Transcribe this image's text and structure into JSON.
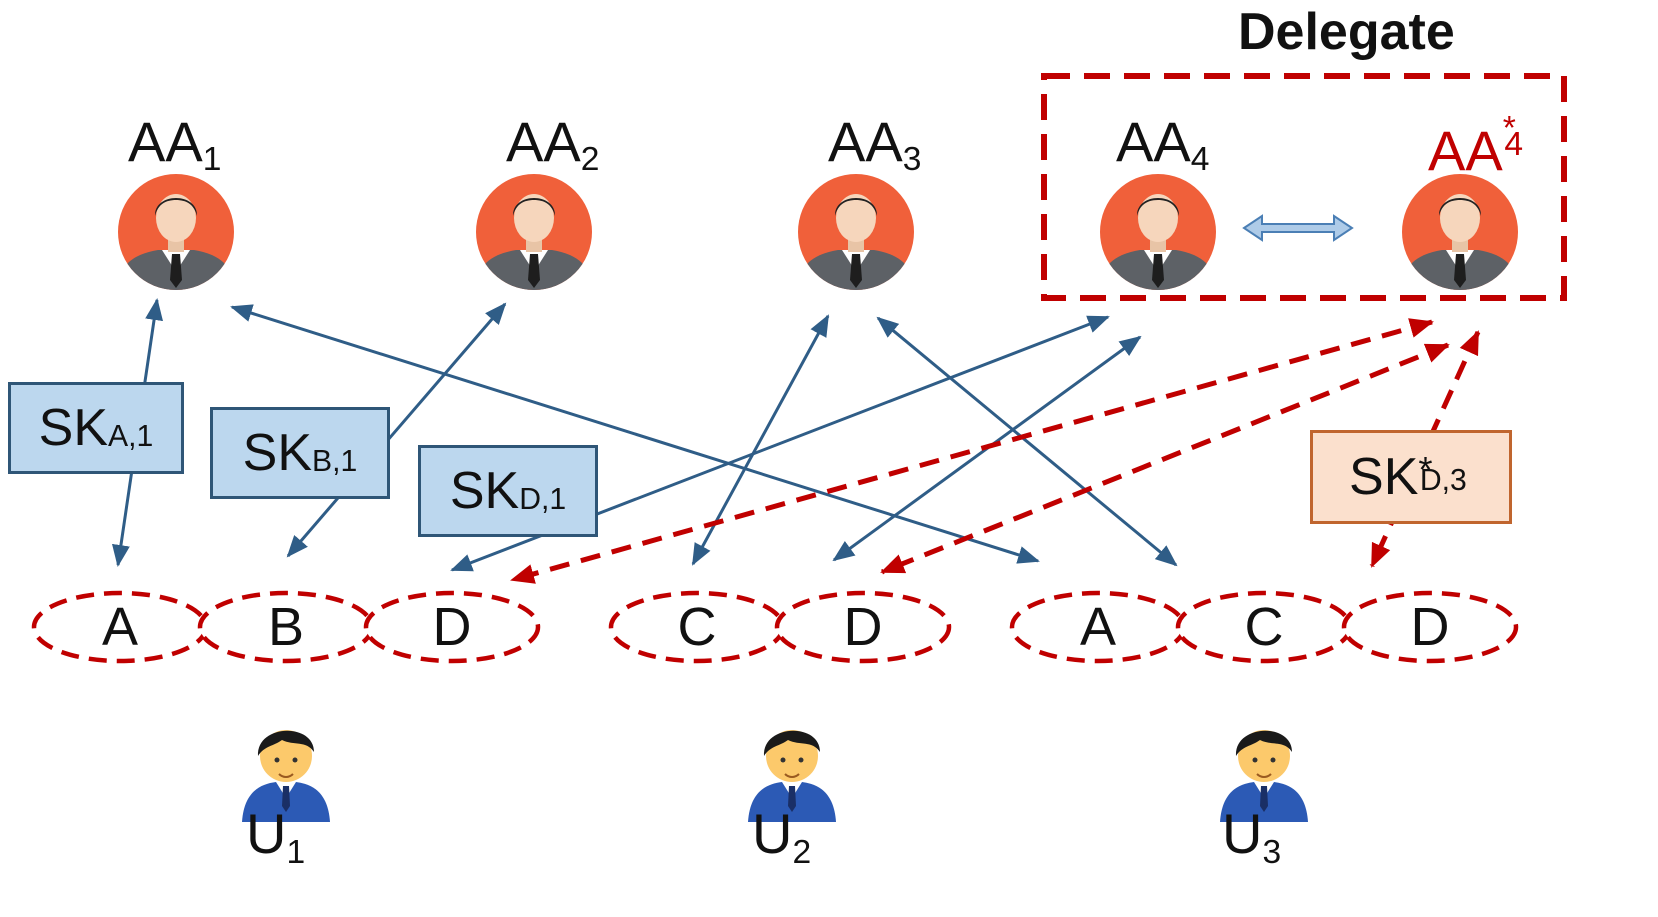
{
  "authorities": [
    {
      "id": "AA1",
      "name": "AA",
      "subscript": "1",
      "superscript": ""
    },
    {
      "id": "AA2",
      "name": "AA",
      "subscript": "2",
      "superscript": ""
    },
    {
      "id": "AA3",
      "name": "AA",
      "subscript": "3",
      "superscript": ""
    },
    {
      "id": "AA4",
      "name": "AA",
      "subscript": "4",
      "superscript": ""
    },
    {
      "id": "AA4star",
      "name": "AA",
      "subscript": "4",
      "superscript": "*"
    }
  ],
  "delegate_label": "Delegate",
  "secret_keys": [
    {
      "id": "SKA1",
      "base": "SK",
      "star": "",
      "subscript": "A,1"
    },
    {
      "id": "SKB1",
      "base": "SK",
      "star": "",
      "subscript": "B,1"
    },
    {
      "id": "SKD1",
      "base": "SK",
      "star": "",
      "subscript": "D,1"
    },
    {
      "id": "SKstarD3",
      "base": "SK",
      "star": "*",
      "subscript": "D,3"
    }
  ],
  "users": [
    {
      "id": "U1",
      "name": "U",
      "subscript": "1",
      "attributes": [
        "A",
        "B",
        "D"
      ]
    },
    {
      "id": "U2",
      "name": "U",
      "subscript": "2",
      "attributes": [
        "C",
        "D"
      ]
    },
    {
      "id": "U3",
      "name": "U",
      "subscript": "3",
      "attributes": [
        "A",
        "C",
        "D"
      ]
    }
  ],
  "colors": {
    "solid_arrow": "#2f5d87",
    "dashed_arrow": "#c00000",
    "avatar_bg": "#f0603a",
    "sk_fill": "#bcd7ee",
    "sk_star_fill": "#fbe0cd",
    "delegate_link": "#aecbe8"
  }
}
